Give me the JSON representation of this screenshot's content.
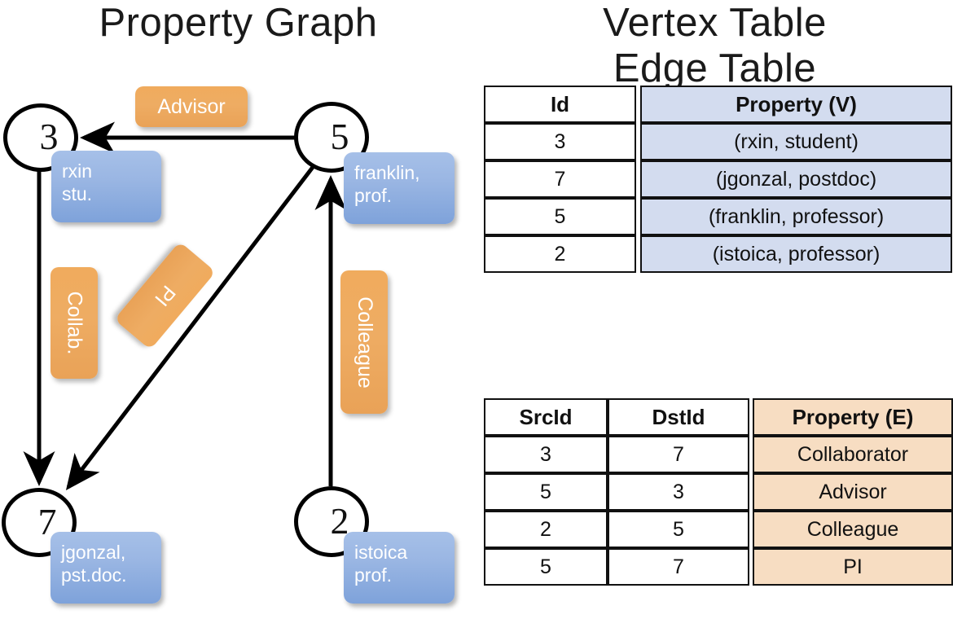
{
  "graph": {
    "title": "Property Graph",
    "nodes": [
      {
        "id": "3",
        "property_lines": [
          "rxin",
          "stu."
        ]
      },
      {
        "id": "5",
        "property_lines": [
          "franklin,",
          "prof."
        ]
      },
      {
        "id": "7",
        "property_lines": [
          "jgonzal,",
          "pst.doc."
        ]
      },
      {
        "id": "2",
        "property_lines": [
          "istoica",
          "prof."
        ]
      }
    ],
    "edge_labels": [
      {
        "name": "advisor-label",
        "text": "Advisor"
      },
      {
        "name": "collab-label",
        "text": "Collab."
      },
      {
        "name": "pi-label",
        "text": "PI"
      },
      {
        "name": "colleague-label",
        "text": "Colleague"
      }
    ],
    "arrows": [
      {
        "from": "5",
        "to": "3",
        "label": "Advisor"
      },
      {
        "from": "3",
        "to": "7",
        "label": "Collab."
      },
      {
        "from": "5",
        "to": "7",
        "label": "PI"
      },
      {
        "from": "2",
        "to": "5",
        "label": "Colleague"
      }
    ]
  },
  "vertex_table": {
    "title": "Vertex Table",
    "headers": [
      "Id",
      "Property (V)"
    ],
    "rows": [
      [
        "3",
        "(rxin, student)"
      ],
      [
        "7",
        "(jgonzal, postdoc)"
      ],
      [
        "5",
        "(franklin, professor)"
      ],
      [
        "2",
        "(istoica, professor)"
      ]
    ]
  },
  "edge_table": {
    "title": "Edge Table",
    "headers": [
      "SrcId",
      "DstId",
      "Property (E)"
    ],
    "rows": [
      [
        "3",
        "7",
        "Collaborator"
      ],
      [
        "5",
        "3",
        "Advisor"
      ],
      [
        "2",
        "5",
        "Colleague"
      ],
      [
        "5",
        "7",
        "PI"
      ]
    ]
  },
  "colors": {
    "node_property_blue": "#9ab6e3",
    "edge_label_orange": "#eeac63",
    "vertex_table_fill": "#d3dcef",
    "edge_table_fill": "#f7ddc2",
    "stroke": "#000000"
  }
}
